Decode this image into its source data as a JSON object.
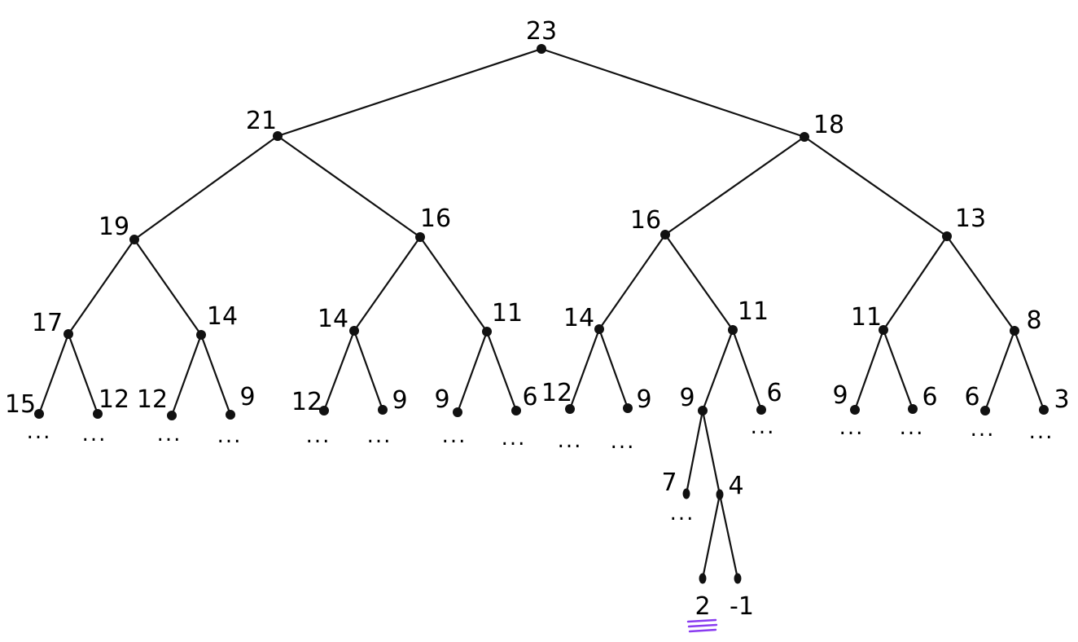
{
  "tree": {
    "ellipsis": "...",
    "highlight_color": "#8a3cf0",
    "highlighted_node": "n_2",
    "nodes": [
      {
        "id": "n_root",
        "value": "23",
        "parent": null,
        "continues": false
      },
      {
        "id": "n_l",
        "value": "21",
        "parent": "n_root",
        "continues": false
      },
      {
        "id": "n_r",
        "value": "18",
        "parent": "n_root",
        "continues": false
      },
      {
        "id": "n_ll",
        "value": "19",
        "parent": "n_l",
        "continues": false
      },
      {
        "id": "n_lr",
        "value": "16",
        "parent": "n_l",
        "continues": false
      },
      {
        "id": "n_rl",
        "value": "16",
        "parent": "n_r",
        "continues": false
      },
      {
        "id": "n_rr",
        "value": "13",
        "parent": "n_r",
        "continues": false
      },
      {
        "id": "n_lll",
        "value": "17",
        "parent": "n_ll",
        "continues": false
      },
      {
        "id": "n_llr",
        "value": "14",
        "parent": "n_ll",
        "continues": false
      },
      {
        "id": "n_lrl",
        "value": "14",
        "parent": "n_lr",
        "continues": false
      },
      {
        "id": "n_lrr",
        "value": "11",
        "parent": "n_lr",
        "continues": false
      },
      {
        "id": "n_rll",
        "value": "14",
        "parent": "n_rl",
        "continues": false
      },
      {
        "id": "n_rlr",
        "value": "11",
        "parent": "n_rl",
        "continues": false
      },
      {
        "id": "n_rrl",
        "value": "11",
        "parent": "n_rr",
        "continues": false
      },
      {
        "id": "n_rrr",
        "value": "8",
        "parent": "n_rr",
        "continues": false
      },
      {
        "id": "n_a1",
        "value": "15",
        "parent": "n_lll",
        "continues": true
      },
      {
        "id": "n_a2",
        "value": "12",
        "parent": "n_lll",
        "continues": true
      },
      {
        "id": "n_b1",
        "value": "12",
        "parent": "n_llr",
        "continues": true
      },
      {
        "id": "n_b2",
        "value": "9",
        "parent": "n_llr",
        "continues": true
      },
      {
        "id": "n_c1",
        "value": "12",
        "parent": "n_lrl",
        "continues": true
      },
      {
        "id": "n_c2",
        "value": "9",
        "parent": "n_lrl",
        "continues": true
      },
      {
        "id": "n_d1",
        "value": "9",
        "parent": "n_lrr",
        "continues": true
      },
      {
        "id": "n_d2",
        "value": "6",
        "parent": "n_lrr",
        "continues": true
      },
      {
        "id": "n_e1",
        "value": "12",
        "parent": "n_rll",
        "continues": true
      },
      {
        "id": "n_e2",
        "value": "9",
        "parent": "n_rll",
        "continues": true
      },
      {
        "id": "n_f1",
        "value": "9",
        "parent": "n_rlr",
        "continues": false
      },
      {
        "id": "n_f2",
        "value": "6",
        "parent": "n_rlr",
        "continues": true
      },
      {
        "id": "n_g1",
        "value": "9",
        "parent": "n_rrl",
        "continues": true
      },
      {
        "id": "n_g2",
        "value": "6",
        "parent": "n_rrl",
        "continues": true
      },
      {
        "id": "n_h1",
        "value": "6",
        "parent": "n_rrr",
        "continues": true
      },
      {
        "id": "n_h2",
        "value": "3",
        "parent": "n_rrr",
        "continues": true
      },
      {
        "id": "n_7",
        "value": "7",
        "parent": "n_f1",
        "continues": true
      },
      {
        "id": "n_4",
        "value": "4",
        "parent": "n_f1",
        "continues": false
      },
      {
        "id": "n_2",
        "value": "2",
        "parent": "n_4",
        "continues": false
      },
      {
        "id": "n_m1",
        "value": "-1",
        "parent": "n_4",
        "continues": false
      }
    ]
  }
}
